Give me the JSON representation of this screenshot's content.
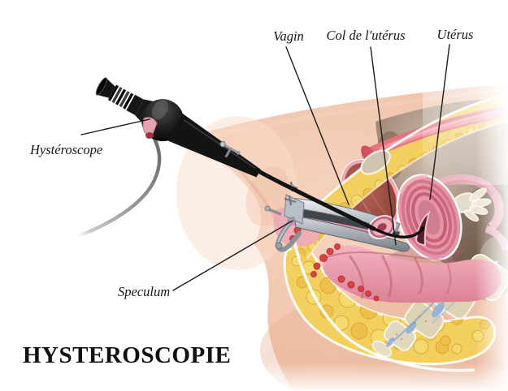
{
  "figure": {
    "title": "HYSTEROSCOPIE",
    "labels": [
      {
        "name": "vagin",
        "text": "Vagin"
      },
      {
        "name": "col-de-l-uterus",
        "text": "Col de l'utérus"
      },
      {
        "name": "uterus",
        "text": "Utérus"
      },
      {
        "name": "hysteroscope",
        "text": "Hystéroscope"
      },
      {
        "name": "speculum",
        "text": "Speculum"
      }
    ],
    "colors": {
      "background": "#ffffff",
      "label_ink": "#1a1a1a",
      "skin": "#f1c6af",
      "skin_highlight": "#f9ddcb",
      "fat_yellow": "#f3cf60",
      "fat_outline": "#d8a62f",
      "muscle_pink": "#e5727f",
      "organ_pink": "#e794a4",
      "uterus_ring": "#c55c74",
      "bladder_red": "#8c3e35",
      "cavity_brown": "#7e6452",
      "bone_beige": "#ddd2b4",
      "disc_blue": "#8fb0d8",
      "metal_gray": "#aab0b8",
      "device_black": "#141414",
      "cable_gray": "#8f8f8f"
    }
  }
}
